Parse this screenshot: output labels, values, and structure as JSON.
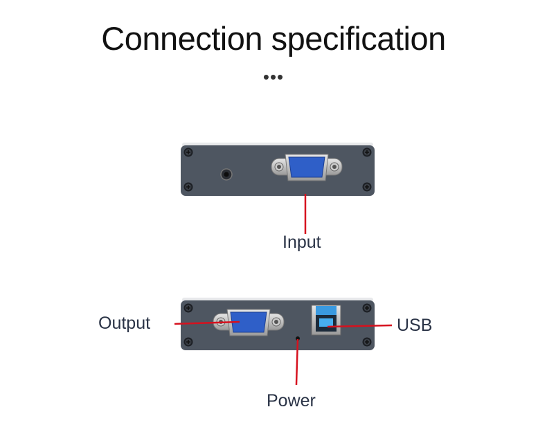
{
  "title": "Connection specification",
  "dots": "•••",
  "labels": {
    "input": "Input",
    "output": "Output",
    "usb": "USB",
    "power": "Power"
  },
  "colors": {
    "panel": "#4e5661",
    "vga_blue": "#2f5fc8",
    "usb_blue": "#3a9ae0",
    "callout": "#d6111e"
  }
}
